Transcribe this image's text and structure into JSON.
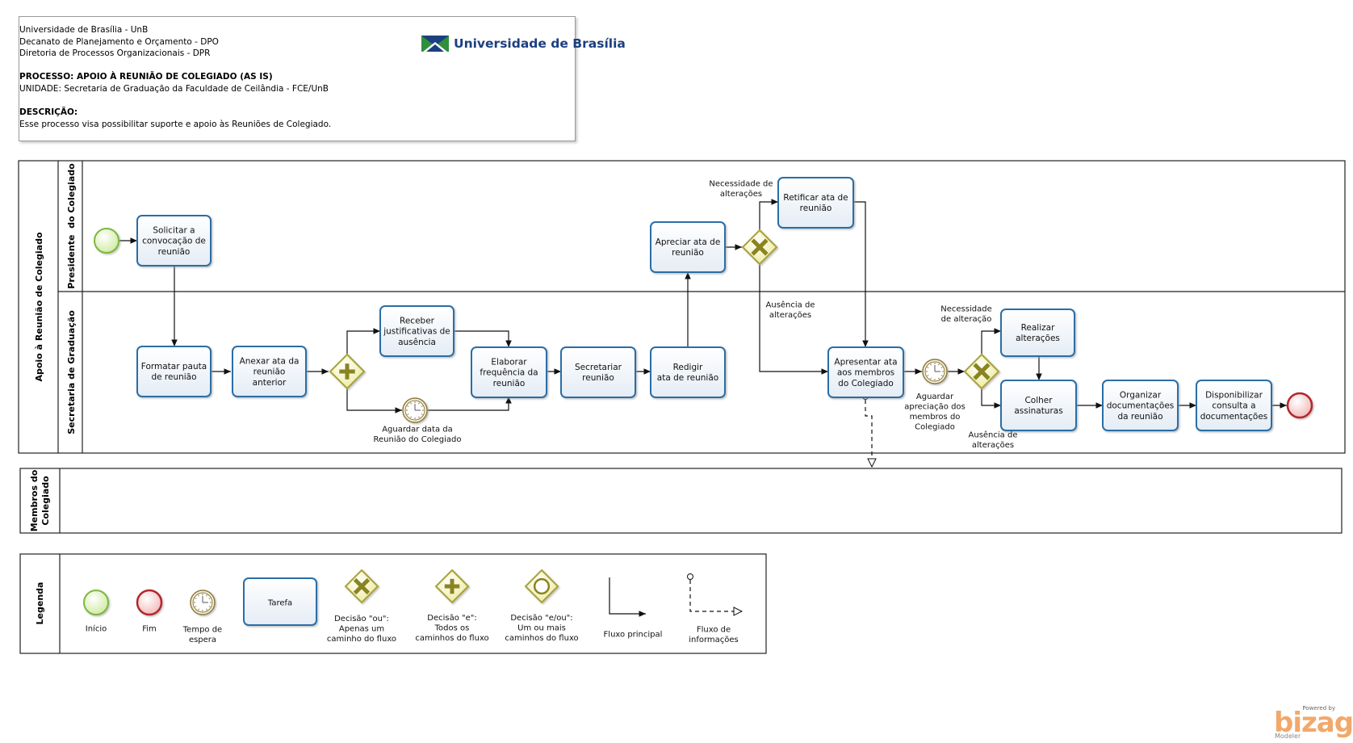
{
  "header": {
    "lines": [
      "Universidade de Brasília - UnB",
      "Decanato de Planejamento e Orçamento - DPO",
      "Diretoria de Processos Organizacionais - DPR"
    ],
    "processo": "PROCESSO: APOIO À REUNIÃO DE COLEGIADO (AS IS)",
    "unidade": "UNIDADE: Secretaria de Graduação da Faculdade de Ceilândia - FCE/UnB",
    "descricao_label": "DESCRIÇÃO:",
    "descricao": "Esse processo visa possibilitar suporte e apoio às Reuniões de Colegiado.",
    "logo_text": "Universidade de Brasília"
  },
  "pool": {
    "label": "Apoio à Reunião de Colegiado",
    "lanes": [
      "Presidente  do Colegiado",
      "Secretaria de Graduação"
    ]
  },
  "membros_pool": {
    "label_lines": [
      "Membros do",
      "Colegiado"
    ]
  },
  "tasks": [
    {
      "id": "solicitar",
      "lines": [
        "Solicitar  a",
        "convocação de",
        "reunião"
      ]
    },
    {
      "id": "formatar",
      "lines": [
        "Formatar pauta",
        "de reunião"
      ]
    },
    {
      "id": "anexar",
      "lines": [
        "Anexar ata da",
        "reunião",
        "anterior"
      ]
    },
    {
      "id": "receber",
      "lines": [
        "Receber",
        "justificativas de",
        "ausência"
      ]
    },
    {
      "id": "elaborar",
      "lines": [
        "Elaborar",
        "frequência da",
        "reunião"
      ]
    },
    {
      "id": "secretariar",
      "lines": [
        "Secretariar",
        "reunião"
      ]
    },
    {
      "id": "redigir",
      "lines": [
        "Redigir",
        "ata de reunião"
      ]
    },
    {
      "id": "apreciar",
      "lines": [
        "Apreciar ata de",
        "reunião"
      ]
    },
    {
      "id": "retificar",
      "lines": [
        "Retificar ata de",
        "reunião"
      ]
    },
    {
      "id": "apresentar",
      "lines": [
        "Apresentar ata",
        "aos membros",
        "do Colegiado"
      ]
    },
    {
      "id": "realizar",
      "lines": [
        "Realizar",
        "alterações"
      ]
    },
    {
      "id": "colher",
      "lines": [
        "Colher",
        "assinaturas"
      ]
    },
    {
      "id": "organizar",
      "lines": [
        "Organizar",
        "documentações",
        "da reunião"
      ]
    },
    {
      "id": "disponibilizar",
      "lines": [
        "Disponibilizar",
        "consulta a",
        "documentações"
      ]
    }
  ],
  "flow_labels": [
    {
      "id": "aguardar-data",
      "lines": [
        "Aguardar data da",
        "Reunião do Colegiado"
      ]
    },
    {
      "id": "necessidade-alteracoes",
      "lines": [
        "Necessidade de",
        "alterações"
      ]
    },
    {
      "id": "ausencia-alteracoes-1",
      "lines": [
        "Ausência de",
        "alterações"
      ]
    },
    {
      "id": "necessidade-alteracao",
      "lines": [
        "Necessidade",
        "de alteração"
      ]
    },
    {
      "id": "aguardar-apreciacao",
      "lines": [
        "Aguardar",
        "apreciação dos",
        "membros do",
        "Colegiado"
      ]
    },
    {
      "id": "ausencia-alteracoes-2",
      "lines": [
        "Ausência de",
        "alterações"
      ]
    }
  ],
  "legend": {
    "title": "Legenda",
    "items": [
      {
        "id": "inicio",
        "lines": [
          "Início"
        ]
      },
      {
        "id": "fim",
        "lines": [
          "Fim"
        ]
      },
      {
        "id": "tempo",
        "lines": [
          "Tempo de",
          "espera"
        ]
      },
      {
        "id": "tarefa",
        "lines": [
          "Tarefa"
        ]
      },
      {
        "id": "decisao-ou",
        "lines": [
          "Decisão \"ou\":",
          "Apenas um",
          "caminho do fluxo"
        ]
      },
      {
        "id": "decisao-e",
        "lines": [
          "Decisão \"e\":",
          "Todos os",
          "caminhos do fluxo"
        ]
      },
      {
        "id": "decisao-eou",
        "lines": [
          "Decisão \"e/ou\":",
          "Um ou mais",
          "caminhos do fluxo"
        ]
      },
      {
        "id": "fluxo-principal",
        "lines": [
          "Fluxo principal"
        ]
      },
      {
        "id": "fluxo-info",
        "lines": [
          "Fluxo de",
          "informações"
        ]
      }
    ]
  },
  "footer": {
    "powered": "Powered by",
    "brand": "bizagi",
    "product": "Modeler"
  },
  "colors": {
    "task_border": "#2a6ea6",
    "task_fill_top": "#ffffff",
    "task_fill_bottom": "#e4ecf5",
    "start_stroke": "#7db83c",
    "start_fill": "#e7f5c8",
    "end_stroke": "#b3262a",
    "end_fill": "#f7d6d6",
    "gateway_stroke": "#a8a23a",
    "gateway_fill": "#f4f3b7",
    "lane_border": "#222222",
    "logo_blue": "#1c3f80",
    "logo_green": "#2f8f3c"
  }
}
